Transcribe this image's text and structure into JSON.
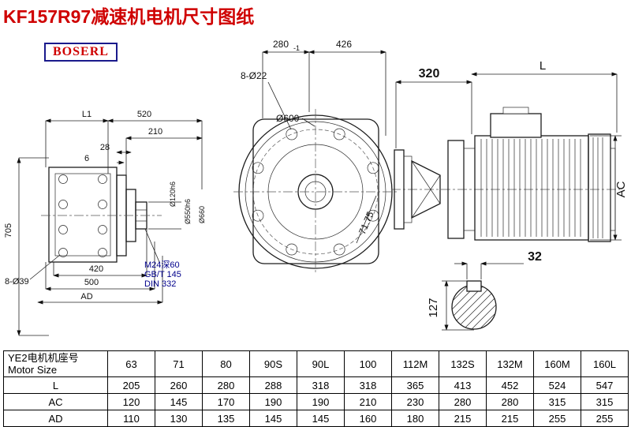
{
  "page": {
    "title": "KF157R97减速机电机尺寸图纸",
    "brand": "BOSERL"
  },
  "left": {
    "l1": "L1",
    "d520": "520",
    "d210": "210",
    "d28": "28",
    "d6": "6",
    "d705": "705",
    "holes": "8-Ø39",
    "d420": "420",
    "d500": "500",
    "ad": "AD",
    "shaft": "Ø120h6",
    "spigot": "Ø550h6",
    "flange": "Ø660",
    "tap": "M24深60",
    "std1": "GB/T 145",
    "std2": "DIN 332"
  },
  "front": {
    "d280": "280",
    "tol": "-1",
    "d426": "426",
    "holes": "8-Ø22",
    "dia": "Ø600",
    "angle": "71.75"
  },
  "side": {
    "d320": "320",
    "l": "L",
    "ac": "AC"
  },
  "shaft": {
    "key": "32",
    "h": "127"
  },
  "table": {
    "h1": "YE2电机机座号",
    "h2": "Motor Size",
    "columns": [
      "63",
      "71",
      "80",
      "90S",
      "90L",
      "100",
      "112M",
      "132S",
      "132M",
      "160M",
      "160L"
    ],
    "rows": [
      {
        "label": "L",
        "values": [
          "205",
          "260",
          "280",
          "288",
          "318",
          "318",
          "365",
          "413",
          "452",
          "524",
          "547"
        ]
      },
      {
        "label": "AC",
        "values": [
          "120",
          "145",
          "170",
          "190",
          "190",
          "210",
          "230",
          "280",
          "280",
          "315",
          "315"
        ]
      },
      {
        "label": "AD",
        "values": [
          "110",
          "130",
          "135",
          "145",
          "145",
          "160",
          "180",
          "215",
          "215",
          "255",
          "255"
        ]
      }
    ]
  }
}
